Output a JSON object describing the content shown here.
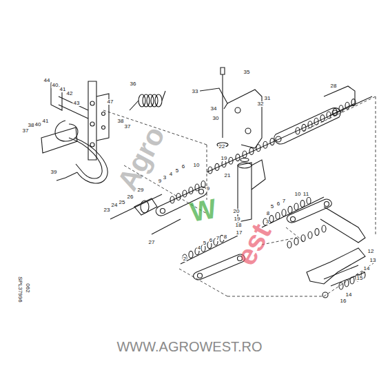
{
  "diagram": {
    "labels": [
      "44",
      "40",
      "41",
      "42",
      "43",
      "47",
      "36",
      "35",
      "33",
      "34",
      "32",
      "31",
      "30",
      "28",
      "38",
      "37",
      "38",
      "40",
      "37",
      "41",
      "39",
      "22",
      "19",
      "21",
      "10",
      "6",
      "5",
      "4",
      "3",
      "9",
      "9",
      "29",
      "26",
      "25",
      "24",
      "23",
      "27",
      "20",
      "19",
      "18",
      "17",
      "11",
      "10",
      "7",
      "6",
      "5",
      "8",
      "3",
      "2",
      "4",
      "5",
      "6",
      "7",
      "8",
      "12",
      "13",
      "14",
      "15",
      "14",
      "16",
      "062",
      "SPL37996",
      "Agro",
      "W",
      "est",
      "WWW.AGROWEST.RO"
    ]
  }
}
